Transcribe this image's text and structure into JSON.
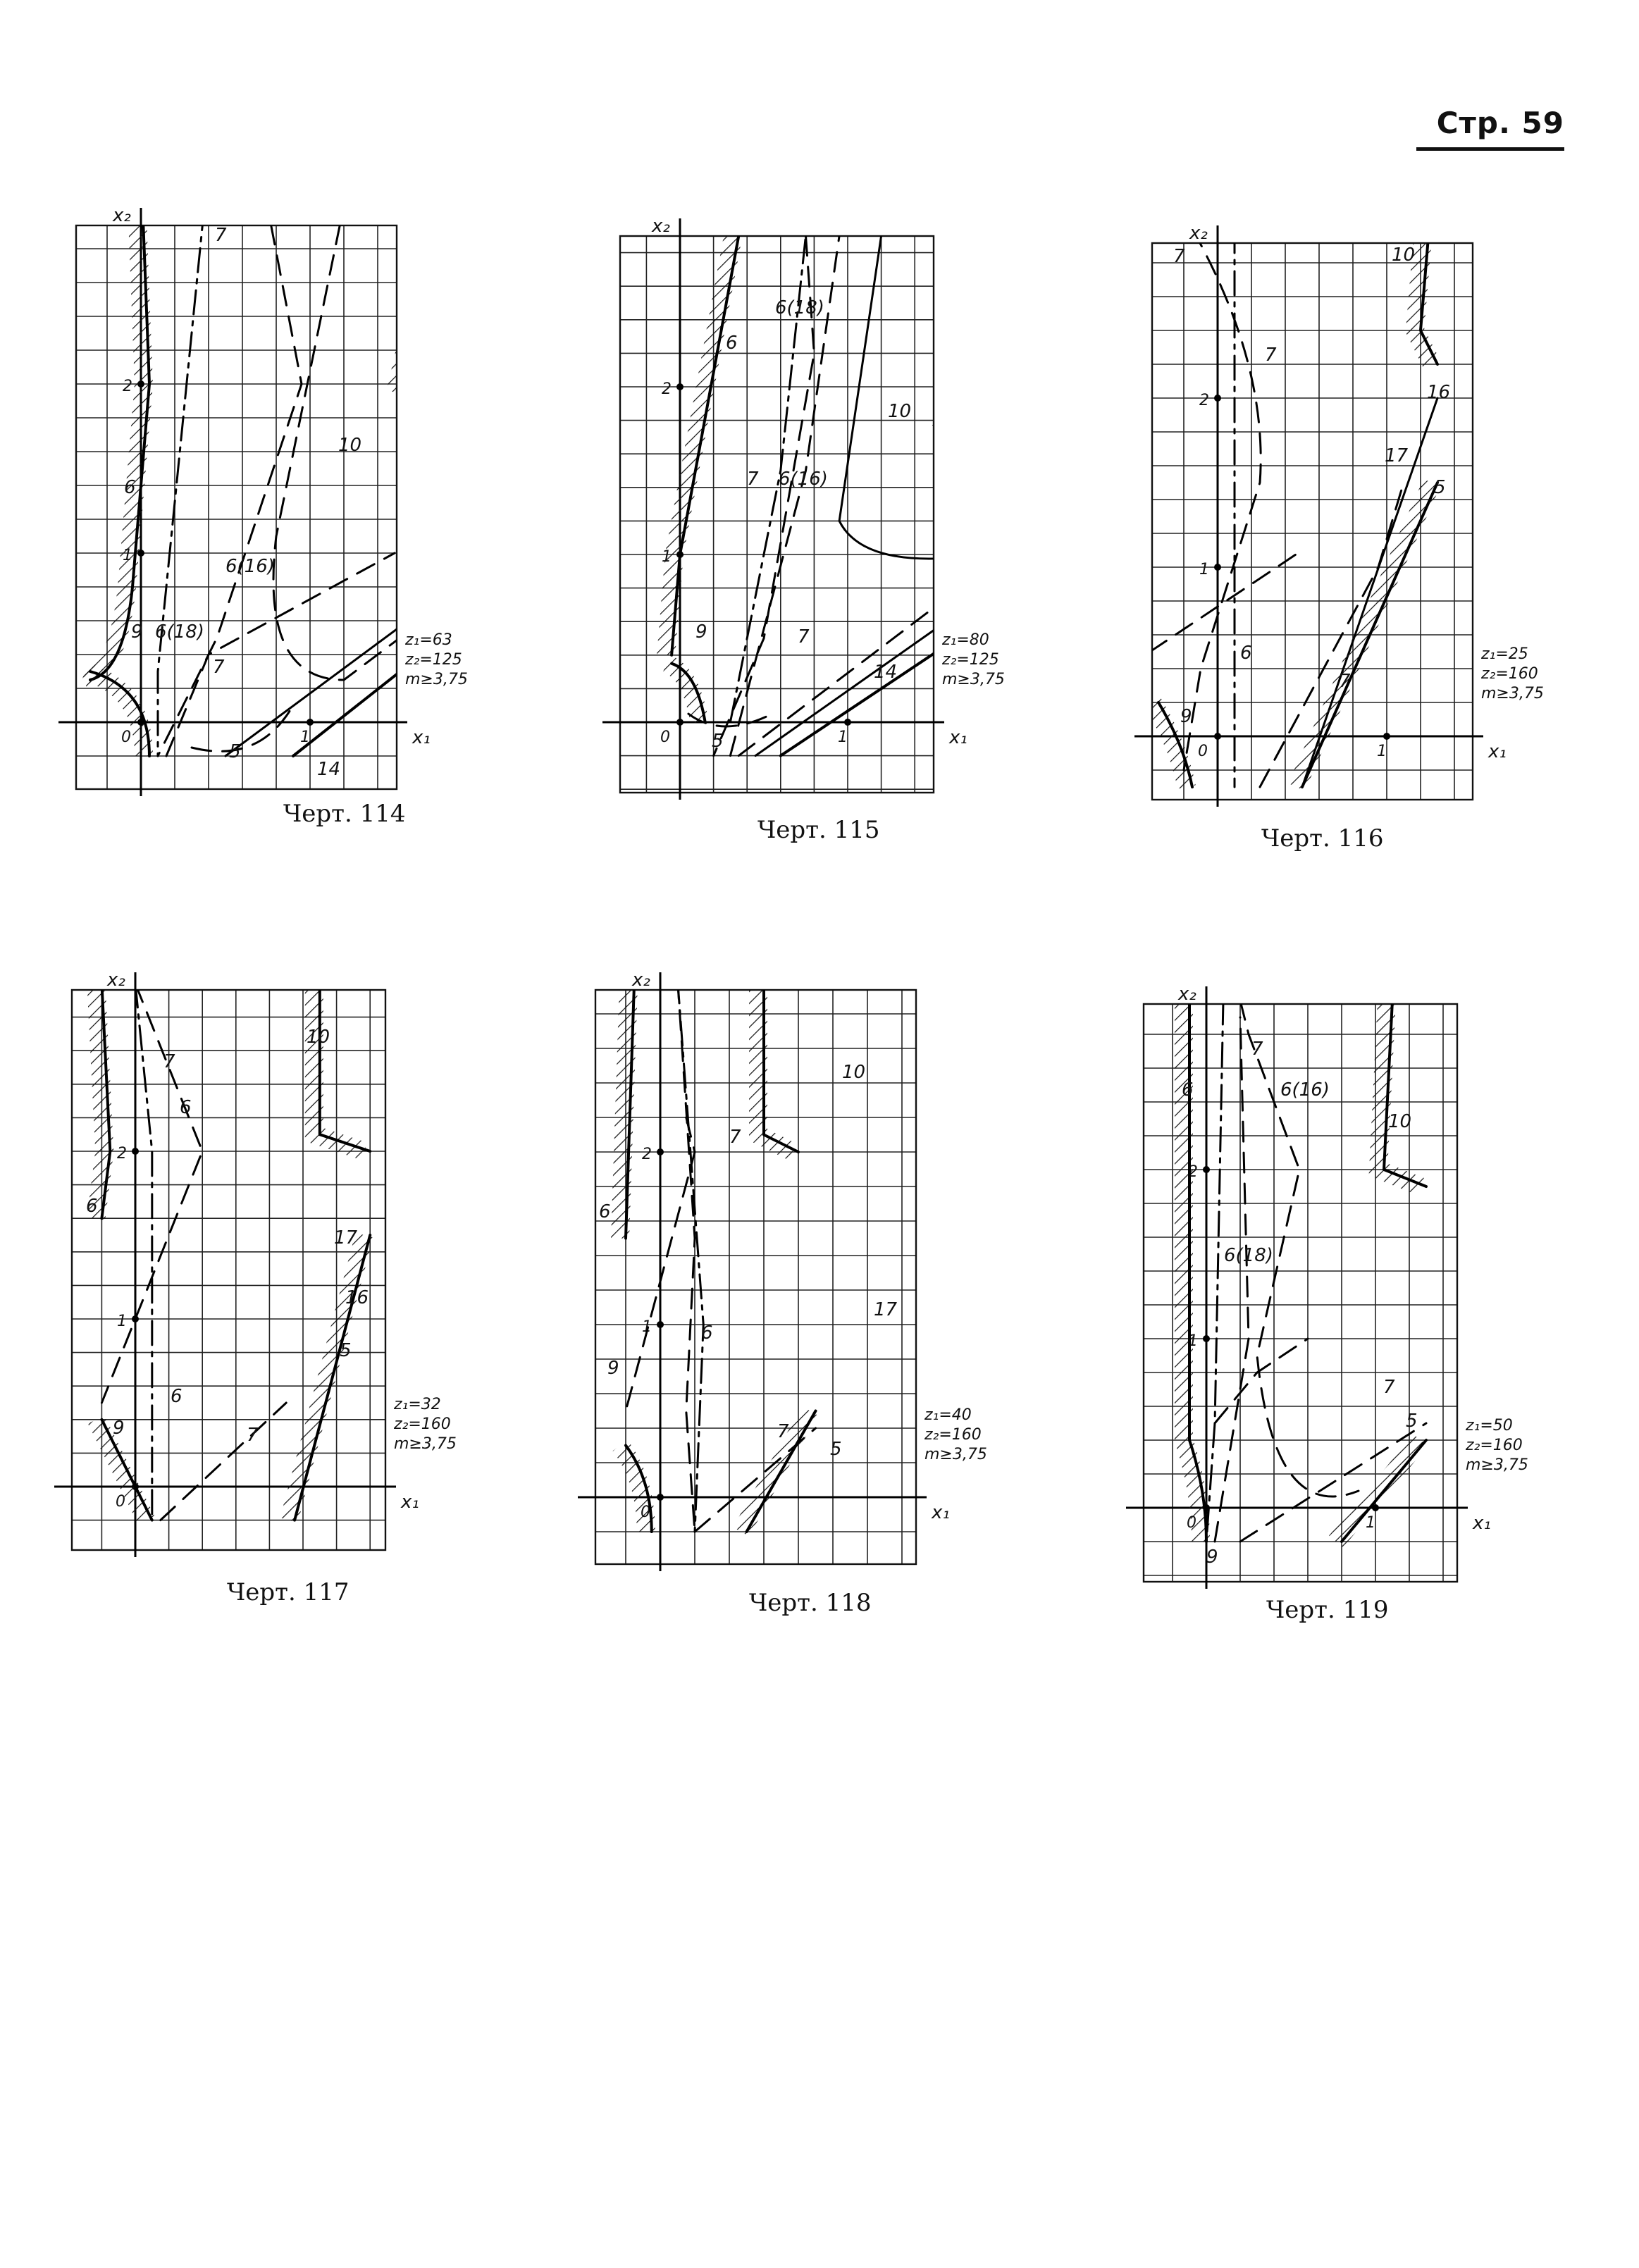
{
  "page_label": "Стр. 59",
  "figures": [
    {
      "id": "f114",
      "caption": "Черт. 114",
      "x_axis": "x₁",
      "y_axis": "x₂",
      "ticks": [
        "0",
        "1",
        "1",
        "2"
      ],
      "params": [
        "z₁=63",
        "z₂=125",
        "m≥3,75"
      ],
      "curves": [
        "5",
        "6",
        "6(16)",
        "6(18)",
        "7",
        "7",
        "9",
        "10",
        "14"
      ]
    },
    {
      "id": "f115",
      "caption": "Черт. 115",
      "x_axis": "x₁",
      "y_axis": "x₂",
      "ticks": [
        "0",
        "1",
        "1",
        "2"
      ],
      "params": [
        "z₁=80",
        "z₂=125",
        "m≥3,75"
      ],
      "curves": [
        "5",
        "6",
        "6(16)",
        "6(18)",
        "7",
        "7",
        "9",
        "10",
        "14"
      ]
    },
    {
      "id": "f116",
      "caption": "Черт. 116",
      "x_axis": "x₁",
      "y_axis": "x₂",
      "ticks": [
        "0",
        "1",
        "1",
        "2"
      ],
      "params": [
        "z₁=25",
        "z₂=160",
        "m≥3,75"
      ],
      "curves": [
        "5",
        "6",
        "7",
        "7",
        "7",
        "9",
        "10",
        "16",
        "17"
      ]
    },
    {
      "id": "f117",
      "caption": "Черт. 117",
      "x_axis": "x₁",
      "y_axis": "x₂",
      "ticks": [
        "0",
        "1",
        "2"
      ],
      "params": [
        "z₁=32",
        "z₂=160",
        "m≥3,75"
      ],
      "curves": [
        "5",
        "6",
        "6",
        "6",
        "7",
        "7",
        "9",
        "10",
        "16",
        "17"
      ]
    },
    {
      "id": "f118",
      "caption": "Черт. 118",
      "x_axis": "x₁",
      "y_axis": "x₂",
      "ticks": [
        "0",
        "1",
        "2"
      ],
      "params": [
        "z₁=40",
        "z₂=160",
        "m≥3,75"
      ],
      "curves": [
        "5",
        "6",
        "6",
        "7",
        "7",
        "9",
        "10",
        "17"
      ]
    },
    {
      "id": "f119",
      "caption": "Черт. 119",
      "x_axis": "x₁",
      "y_axis": "x₂",
      "ticks": [
        "0",
        "1",
        "1",
        "2"
      ],
      "params": [
        "z₁=50",
        "z₂=160",
        "m≥3,75"
      ],
      "curves": [
        "5",
        "6",
        "6(16)",
        "6(18)",
        "7",
        "7",
        "9",
        "10"
      ]
    }
  ]
}
